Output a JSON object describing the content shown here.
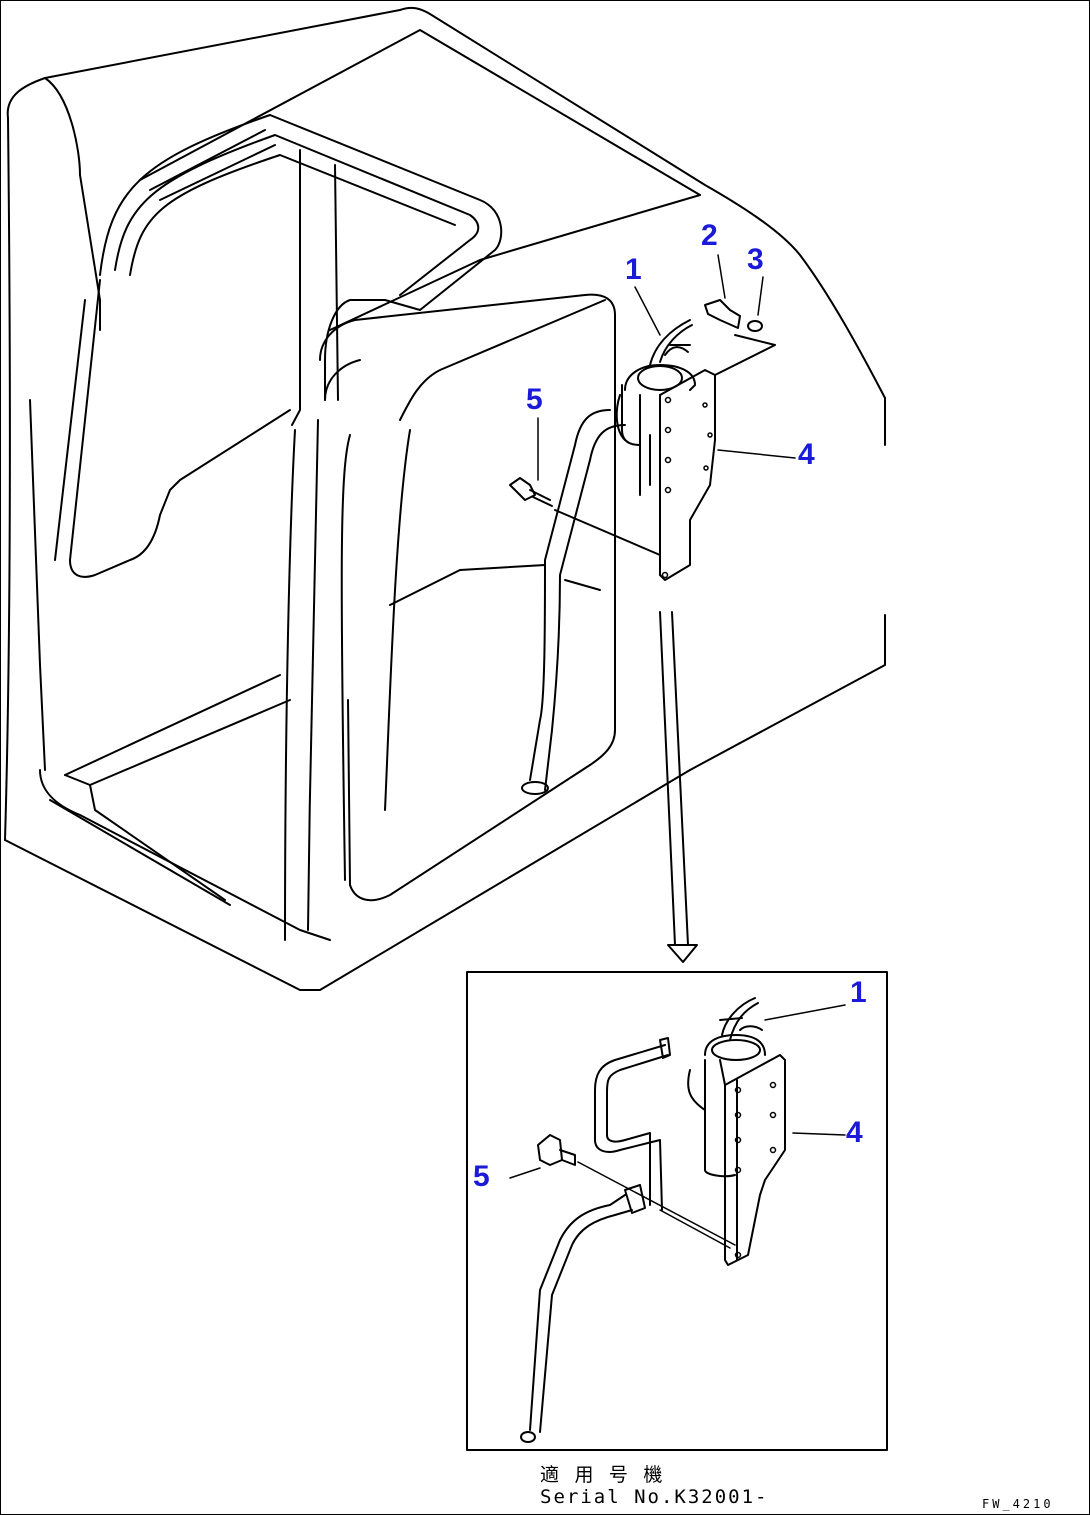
{
  "callouts": {
    "main": [
      "1",
      "2",
      "3",
      "4",
      "5"
    ],
    "detail": [
      "1",
      "4",
      "5"
    ]
  },
  "caption": {
    "line1": "適 用 号 機",
    "line2": "Serial No.K32001-"
  },
  "drawing_ref": "FW_4210",
  "colors": {
    "callout": "#1a1ad8",
    "line": "#000000"
  }
}
